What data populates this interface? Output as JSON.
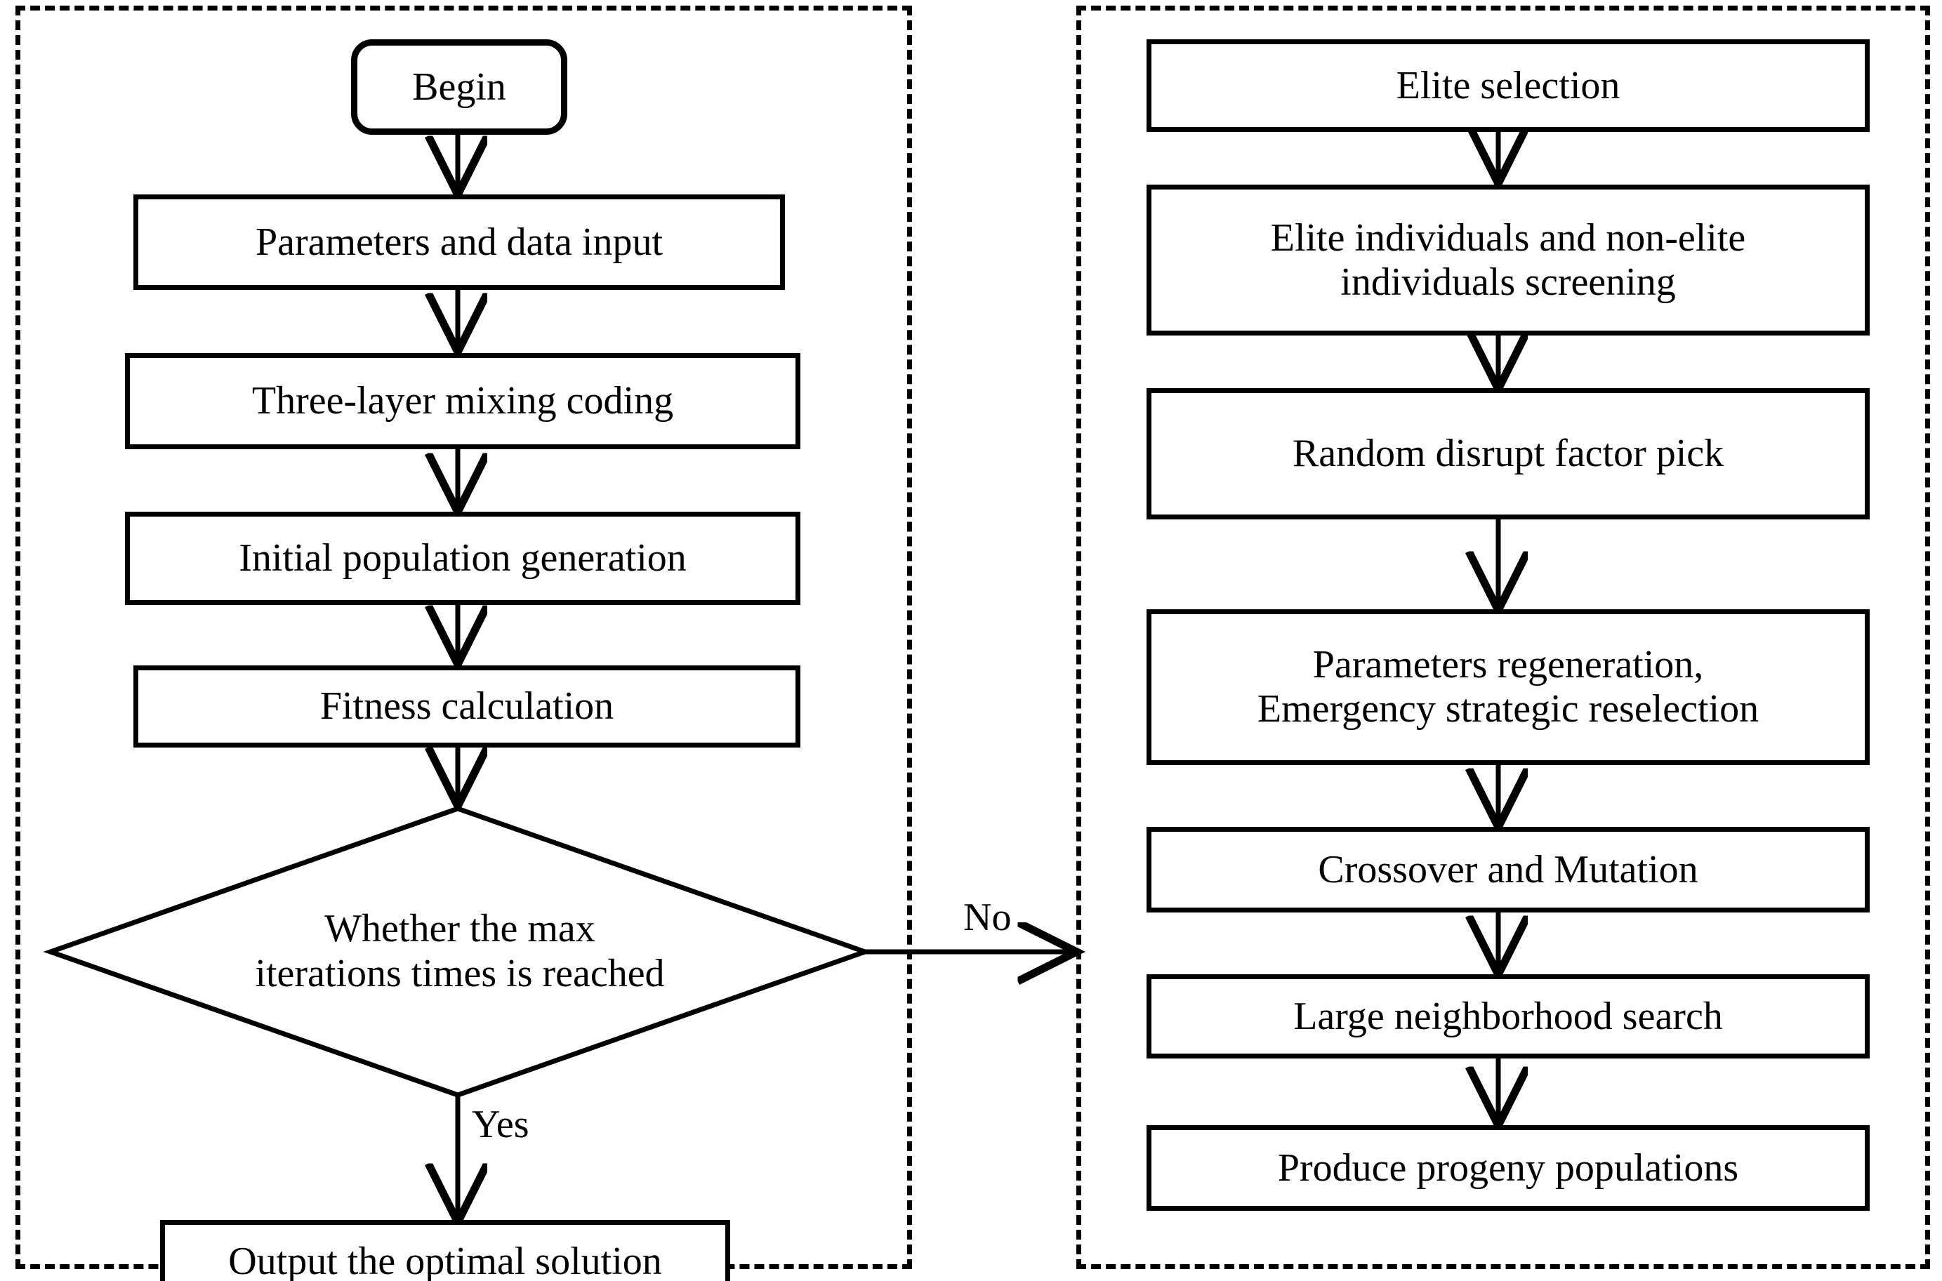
{
  "figure": {
    "type": "flowchart",
    "title": "Hybrid genetic algorithm flowchart",
    "background_color": "#ffffff",
    "line_color": "#000000",
    "panels": [
      {
        "id": "main-loop-panel",
        "style": "dashed"
      },
      {
        "id": "evolution-panel",
        "style": "dashed"
      }
    ]
  },
  "left_panel": {
    "name": "main-loop-panel",
    "nodes": [
      {
        "id": "begin",
        "shape": "terminator",
        "label": "Begin"
      },
      {
        "id": "parameters-input",
        "shape": "process",
        "label": "Parameters and data input"
      },
      {
        "id": "three-layer-coding",
        "shape": "process",
        "label": "Three-layer mixing coding"
      },
      {
        "id": "initial-population",
        "shape": "process",
        "label": "Initial population generation"
      },
      {
        "id": "fitness-calculation",
        "shape": "process",
        "label": "Fitness calculation"
      },
      {
        "id": "max-iterations-decision",
        "shape": "decision",
        "label": "Whether the max\niterations times is reached"
      },
      {
        "id": "output-solution",
        "shape": "process",
        "label": "Output the optimal solution"
      }
    ],
    "edge_labels": {
      "yes": "Yes",
      "no": "No"
    }
  },
  "right_panel": {
    "name": "evolution-panel",
    "nodes": [
      {
        "id": "elite-selection",
        "shape": "process",
        "label": "Elite selection"
      },
      {
        "id": "elite-screening",
        "shape": "process",
        "label": "Elite individuals and non-elite\nindividuals screening"
      },
      {
        "id": "random-disrupt",
        "shape": "process",
        "label": "Random disrupt factor pick"
      },
      {
        "id": "parameters-regeneration",
        "shape": "process",
        "label": "Parameters regeneration,\nEmergency strategic reselection"
      },
      {
        "id": "crossover-mutation",
        "shape": "process",
        "label": "Crossover and Mutation"
      },
      {
        "id": "large-neighborhood-search",
        "shape": "process",
        "label": "Large neighborhood search"
      },
      {
        "id": "produce-progeny",
        "shape": "process",
        "label": "Produce progeny populations"
      }
    ]
  }
}
